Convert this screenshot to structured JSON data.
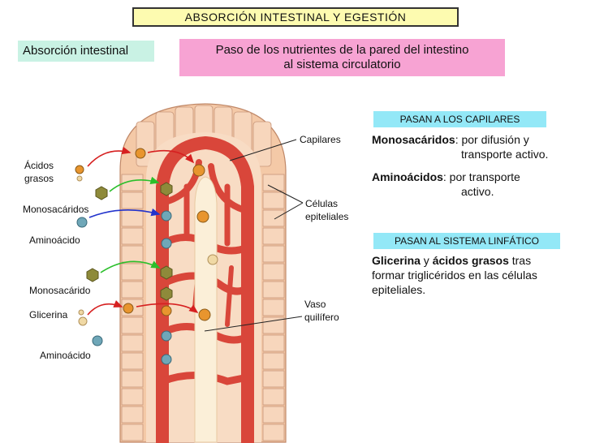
{
  "header": {
    "title": "ABSORCIÓN INTESTINAL Y EGESTIÓN"
  },
  "left_tag": "Absorción intestinal",
  "subtitle": {
    "line1": "Paso de los nutrientes de la pared del intestino",
    "line2": "al sistema circulatorio"
  },
  "capilares_section": {
    "heading": "PASAN A LOS CAPILARES",
    "mono_term": "Monosacáridos",
    "mono_rest1": ": por difusión y",
    "mono_rest2": "transporte activo.",
    "amino_term": "Aminoácidos",
    "amino_rest1": ": por transporte",
    "amino_rest2": "activo."
  },
  "linfatico_section": {
    "heading": "PASAN AL SISTEMA LINFÁTICO",
    "term1": "Glicerina",
    "conj": " y ",
    "term2": "ácidos grasos",
    "rest1": " tras",
    "line2": "formar triglicéridos en las células",
    "line3": "epiteliales."
  },
  "diagram_labels": {
    "capilares": "Capilares",
    "celulas1": "Células",
    "celulas2": "epiteliales",
    "vaso1": "Vaso",
    "vaso2": "quilífero"
  },
  "nutrient_labels": {
    "acidos1": "Ácidos",
    "acidos2": "grasos",
    "monosacaridos": "Monosacáridos",
    "aminoacido1": "Aminoácido",
    "monosacarido": "Monosacárido",
    "glicerina": "Glicerina",
    "aminoacido2": "Aminoácido"
  },
  "colors": {
    "acidos": "#e8952e",
    "glicerina": "#f0d9a5",
    "monosacarido": "#8e8a3a",
    "aminoacido": "#6fa7b8",
    "capillary": "#d9463a",
    "epithelium": "#f4c9a7"
  }
}
